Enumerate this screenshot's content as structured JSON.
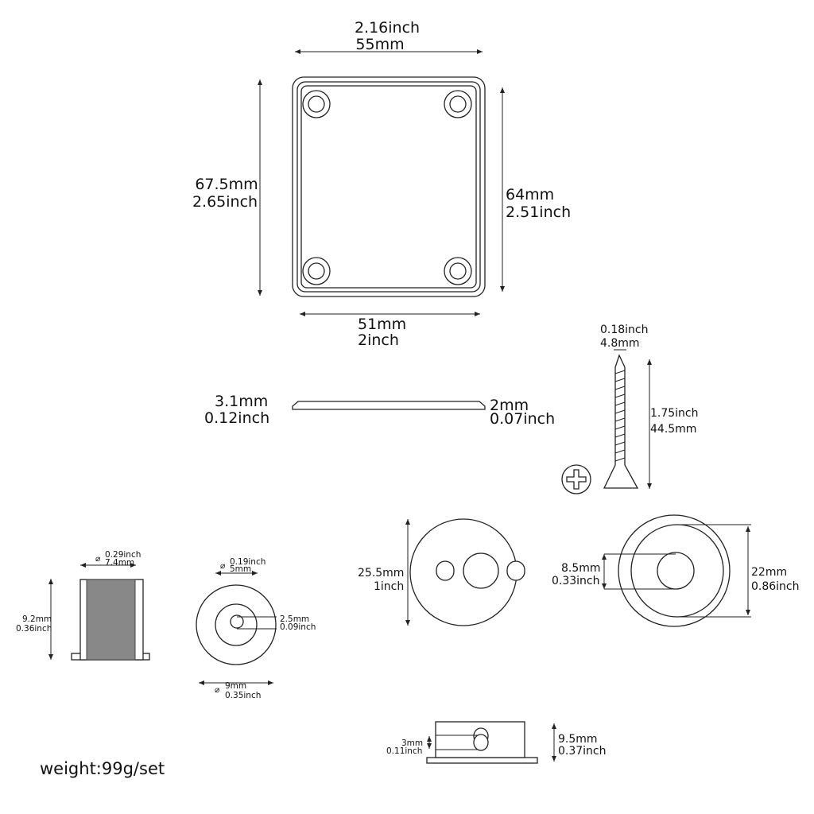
{
  "neck_plate_top": {
    "width_inch": "2.16inch",
    "width_mm": "55mm",
    "height_mm": "67.5mm",
    "height_inch": "2.65inch",
    "inner_height_mm": "64mm",
    "inner_height_inch": "2.51inch",
    "inner_width_mm": "51mm",
    "inner_width_inch": "2inch"
  },
  "neck_plate_side": {
    "thick_mm": "3.1mm",
    "thick_inch": "0.12inch",
    "edge_mm": "2mm",
    "edge_inch": "0.07inch"
  },
  "screw": {
    "dia_inch": "0.18inch",
    "dia_mm": "4.8mm",
    "len_inch": "1.75inch",
    "len_mm": "44.5mm"
  },
  "ferrule": {
    "dia_inch": "0.29inch",
    "dia_mm": "7.4mm",
    "height_mm": "9.2mm",
    "height_inch": "0.36inch"
  },
  "washer": {
    "inner_inch": "0.19inch",
    "inner_mm": "5mm",
    "hole_mm": "2.5mm",
    "hole_inch": "0.09inch",
    "outer_mm": "9mm",
    "outer_inch": "0.35inch"
  },
  "jack_plate": {
    "dia_mm": "25.5mm",
    "dia_inch": "1inch",
    "hole_mm": "8.5mm",
    "hole_inch": "0.33inch",
    "inner_mm": "22mm",
    "inner_inch": "0.86inch"
  },
  "jack_side": {
    "hole_mm": "3mm",
    "hole_inch": "0.11inch",
    "height_mm": "9.5mm",
    "height_inch": "0.37inch"
  },
  "weight": "weight:99g/set"
}
